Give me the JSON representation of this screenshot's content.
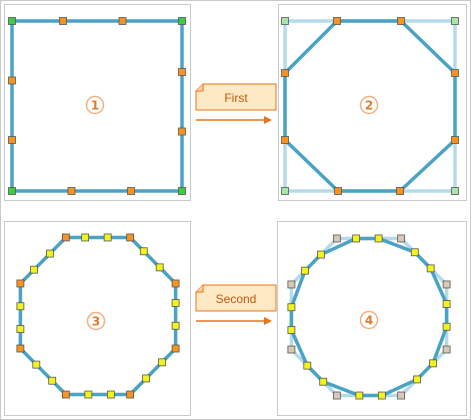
{
  "steps": [
    {
      "number": "1"
    },
    {
      "number": "2"
    },
    {
      "number": "3"
    },
    {
      "number": "4"
    }
  ],
  "arrows": [
    {
      "label": "First"
    },
    {
      "label": "Second"
    }
  ],
  "colors": {
    "panel_border": "#c9c9c9",
    "line": "#4aa3c4",
    "line_faded": "#b6dbe8",
    "vertex_orange": "#f7931e",
    "vertex_green": "#3ccc3c",
    "vertex_yellow": "#f2f21e",
    "vertex_faded": "#d8c8b8",
    "accent": "#e8741c",
    "note_fill": "#fde9c4"
  }
}
